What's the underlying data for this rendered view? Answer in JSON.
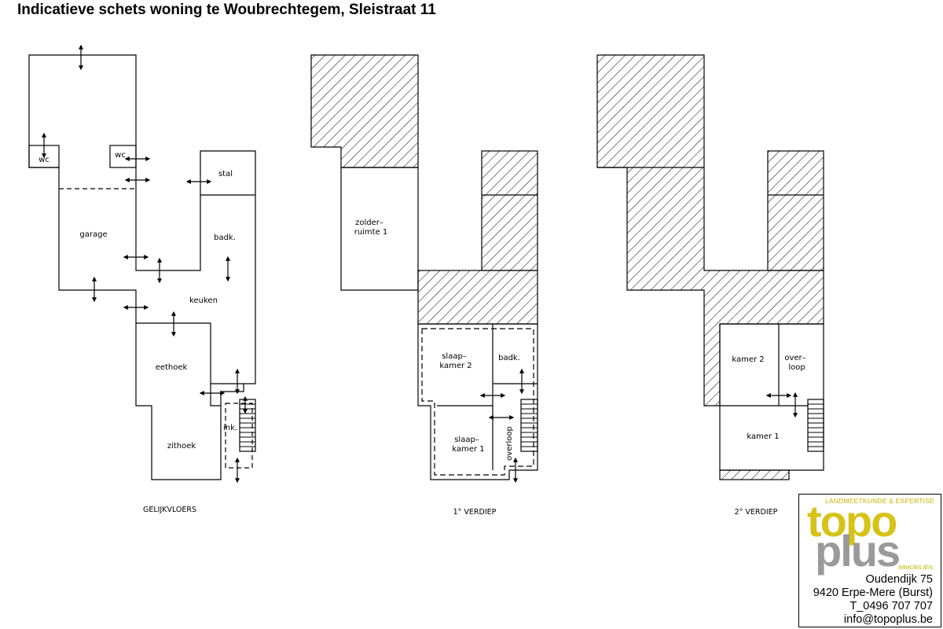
{
  "title": "Indicatieve schets woning te Woubrechtegem, Sleistraat 11",
  "floors": [
    {
      "label": "GELIJKVLOERS"
    },
    {
      "label": "1° VERDIEP"
    },
    {
      "label": "2° VERDIEP"
    }
  ],
  "rooms": {
    "ground": {
      "wc": "wc",
      "stal": "stal",
      "garage": "garage",
      "badk": "badk.",
      "keuken": "keuken",
      "eethoek": "eethoek",
      "zithoek": "zithoek",
      "ink": "ink."
    },
    "first": {
      "zolder_l1": "zolder–",
      "zolder_l2": "ruimte 1",
      "slaap2_l1": "slaap–",
      "slaap2_l2": "kamer 2",
      "badk": "badk.",
      "slaap1_l1": "slaap–",
      "slaap1_l2": "kamer 1",
      "overloop": "overloop"
    },
    "second": {
      "kamer2": "kamer 2",
      "over_l1": "over–",
      "over_l2": "loop",
      "kamer1": "kamer 1"
    }
  },
  "logo": {
    "tagline": "LANDMEETKUNDE & EXPERTISE",
    "brand_top": "topo",
    "brand_bottom": "plus",
    "subline": "IMMOBILIËN",
    "colors": {
      "brand_yellow": "#d6c31a",
      "brand_grey": "#9a9a9a"
    }
  },
  "address": {
    "street": "Oudendijk 75",
    "city": "9420 Erpe-Mere (Burst)",
    "phone": "T_0496 707 707",
    "email": "info@topoplus.be"
  }
}
